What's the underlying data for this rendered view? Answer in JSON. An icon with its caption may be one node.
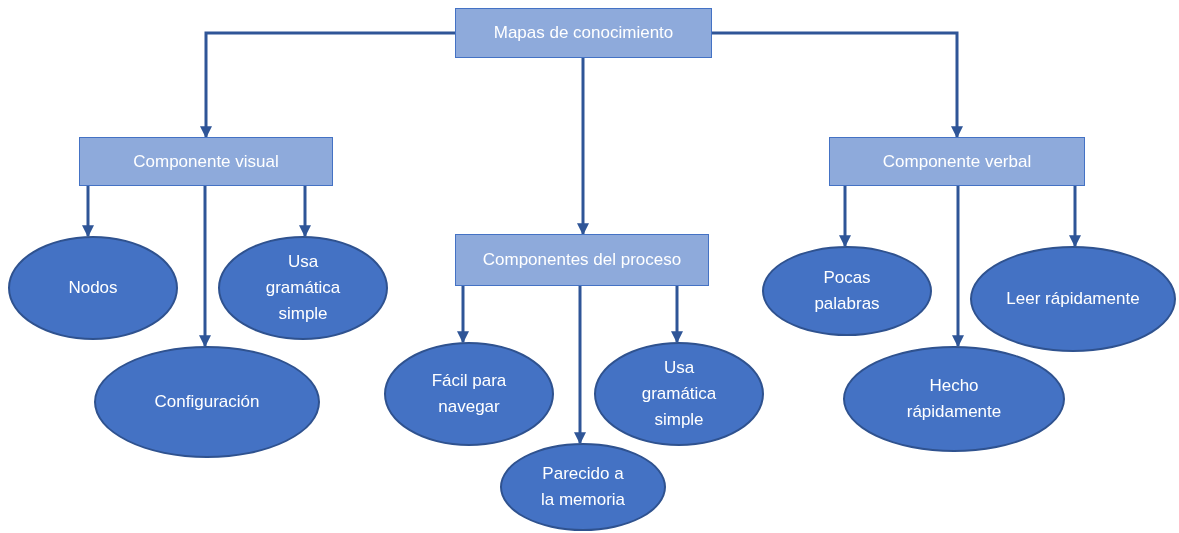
{
  "diagram": {
    "nodes": [
      {
        "text": [
          "Mapas de conocimiento"
        ]
      },
      {
        "text": [
          "Componente visual"
        ]
      },
      {
        "text": [
          "Componentes del proceso"
        ]
      },
      {
        "text": [
          "Componente verbal"
        ]
      },
      {
        "text": [
          "Nodos"
        ]
      },
      {
        "text": [
          "Usa gramática simple"
        ]
      },
      {
        "text": [
          "Configuración"
        ]
      },
      {
        "text": [
          "Fácil para navegar"
        ]
      },
      {
        "text": [
          "Usa gramática simple"
        ]
      },
      {
        "text": [
          "Parecido a la memoria"
        ]
      },
      {
        "text": [
          "Pocas palabras"
        ]
      },
      {
        "text": [
          "Leer rápidamente"
        ]
      },
      {
        "text": [
          "Hecho rápidamente"
        ]
      }
    ],
    "edges": [
      {
        "from": 0,
        "to": 1,
        "arrow": "to"
      },
      {
        "from": 0,
        "to": 2,
        "arrow": "to"
      },
      {
        "from": 0,
        "to": 3,
        "arrow": "to"
      },
      {
        "from": 1,
        "to": 4,
        "arrow": "to"
      },
      {
        "from": 1,
        "to": 5,
        "arrow": "to"
      },
      {
        "from": 1,
        "to": 6,
        "arrow": "to"
      },
      {
        "from": 2,
        "to": 7,
        "arrow": "to"
      },
      {
        "from": 2,
        "to": 8,
        "arrow": "to"
      },
      {
        "from": 2,
        "to": 9,
        "arrow": "to"
      },
      {
        "from": 3,
        "to": 10,
        "arrow": "to"
      },
      {
        "from": 3,
        "to": 11,
        "arrow": "to"
      },
      {
        "from": 3,
        "to": 12,
        "arrow": "to"
      }
    ]
  }
}
